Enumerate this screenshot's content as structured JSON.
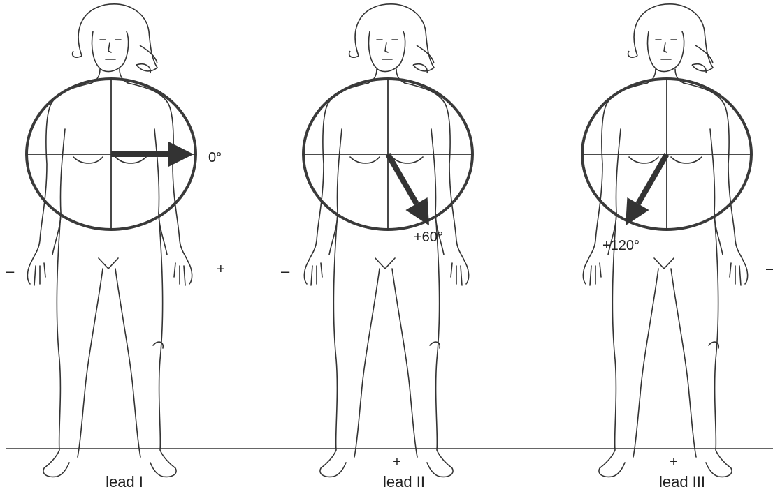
{
  "panels": [
    {
      "lead_label": "lead I",
      "angle_label": "0°",
      "angle_deg": 0,
      "minus": "–",
      "plus": "+"
    },
    {
      "lead_label": "lead II",
      "angle_label": "+60°",
      "angle_deg": 60,
      "minus": "–",
      "plus": "+"
    },
    {
      "lead_label": "lead III",
      "angle_label": "+120°",
      "angle_deg": 120,
      "minus": "–",
      "plus": "+"
    }
  ],
  "colors": {
    "ink": "#333333",
    "background": "#ffffff"
  }
}
